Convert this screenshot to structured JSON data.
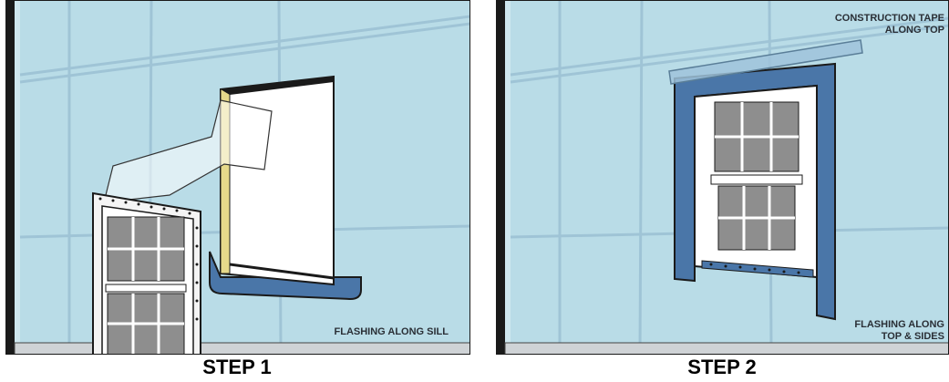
{
  "steps": {
    "step1": {
      "label": "STEP 1",
      "callout": "FLASHING ALONG SILL"
    },
    "step2": {
      "label": "STEP 2",
      "callout_top_line1": "CONSTRUCTION TAPE",
      "callout_top_line2": "ALONG TOP",
      "callout_bottom_line1": "FLASHING ALONG",
      "callout_bottom_line2": "TOP & SIDES"
    }
  },
  "colors": {
    "wall": "#b9dce7",
    "panel_seam": "#9fc4d6",
    "flashing": "#4a76a8",
    "tape": "#9fc3db",
    "window_frame": "#ffffff",
    "glass": "#8e8e8e",
    "outline": "#111111"
  },
  "icons": [
    "window-icon",
    "arrow-icon"
  ]
}
